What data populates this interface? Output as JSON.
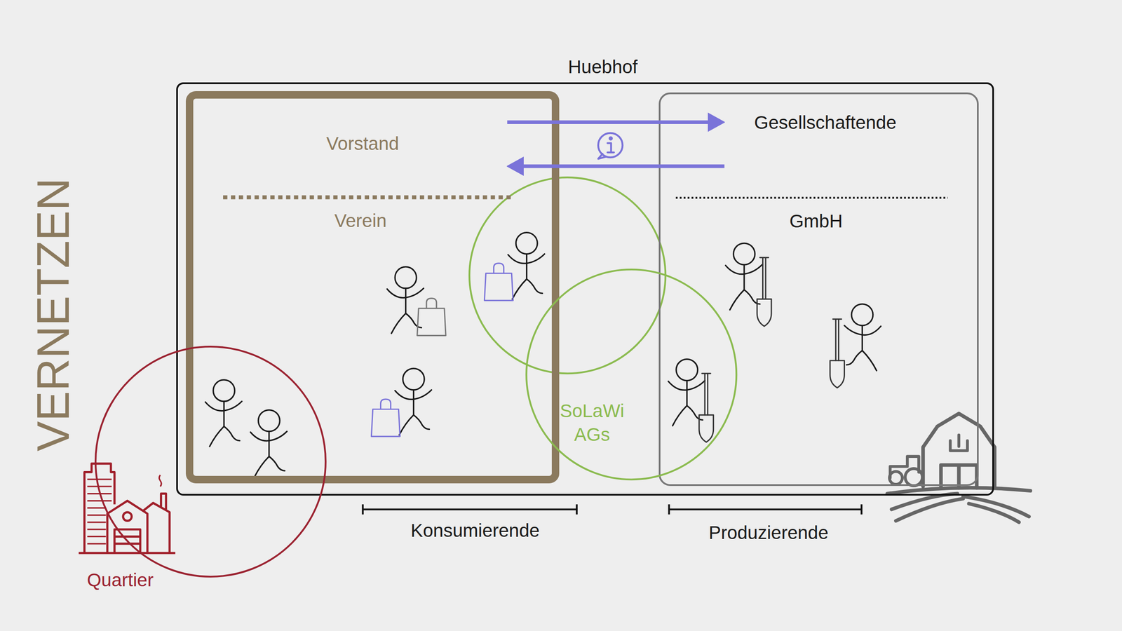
{
  "diagram": {
    "title": "VERNETZEN",
    "nodes": [
      {
        "text": [
          "Huebhof"
        ]
      },
      {
        "text": [
          "Verein"
        ],
        "in": 0
      },
      {
        "text": [
          "Vorstand"
        ],
        "in": 1
      },
      {
        "text": [
          "GmbH"
        ],
        "in": 0
      },
      {
        "text": [
          "Gesellschaftende"
        ],
        "in": 3
      },
      {
        "text": [
          "SoLaWi AGs"
        ],
        "in": 0
      },
      {
        "text": [
          "Quartier"
        ]
      }
    ],
    "edges": [
      {
        "from": 2,
        "to": 4,
        "arrow": "to"
      },
      {
        "from": 4,
        "to": 2,
        "arrow": "to"
      }
    ],
    "labels": [
      "Konsumierende",
      "Produzierende"
    ]
  }
}
